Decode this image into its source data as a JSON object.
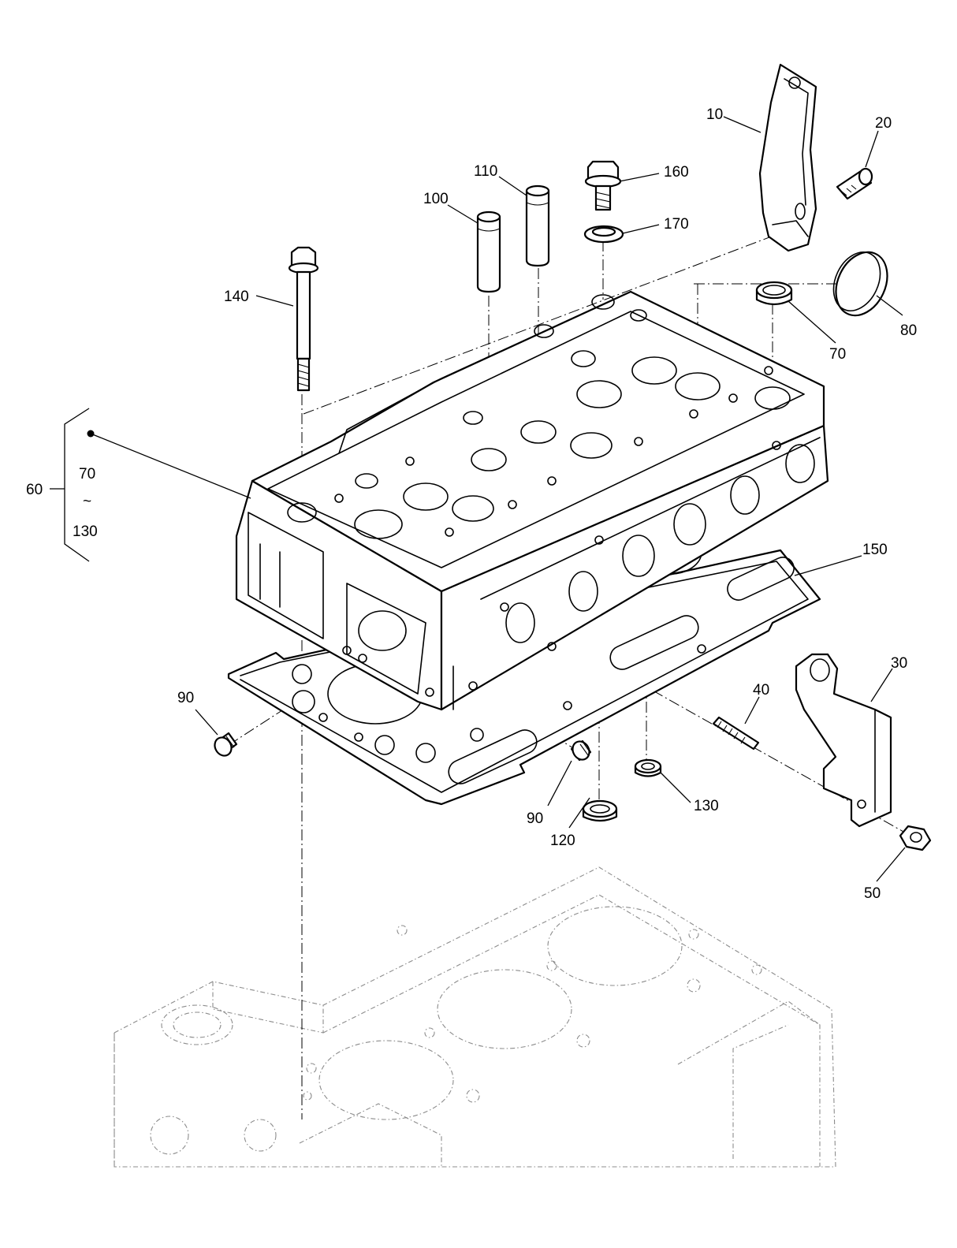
{
  "callouts": {
    "c10": "10",
    "c20": "20",
    "c30": "30",
    "c40": "40",
    "c50": "50",
    "c60": "60",
    "c70a": "70",
    "c70b": "70",
    "range_tilde": "~",
    "c80": "80",
    "c90a": "90",
    "c90b": "90",
    "c100": "100",
    "c110": "110",
    "c120": "120",
    "c130a": "130",
    "c130b": "130",
    "c140": "140",
    "c150": "150",
    "c160": "160",
    "c170": "170"
  },
  "parts": [
    "cylinder-head",
    "lifting-bracket",
    "plug",
    "bracket",
    "stud",
    "nut",
    "cap",
    "valve-guide",
    "bolt",
    "head-gasket",
    "seal-ring",
    "washer"
  ]
}
